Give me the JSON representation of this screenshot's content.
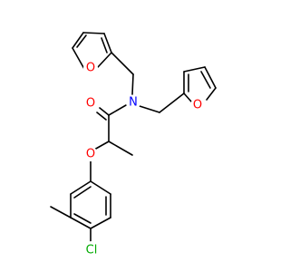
{
  "molecule": {
    "atoms": {
      "O_furan1": {
        "text": "O",
        "color": "#ff0000"
      },
      "O_furan2": {
        "text": "O",
        "color": "#ff0000"
      },
      "N_amide": {
        "text": "N",
        "color": "#0000ff"
      },
      "O_carbonyl": {
        "text": "O",
        "color": "#ff0000"
      },
      "O_ether": {
        "text": "O",
        "color": "#ff0000"
      },
      "Cl": {
        "text": "Cl",
        "color": "#00aa00"
      }
    }
  },
  "colors": {
    "bond": "#000000",
    "background": "#ffffff"
  }
}
